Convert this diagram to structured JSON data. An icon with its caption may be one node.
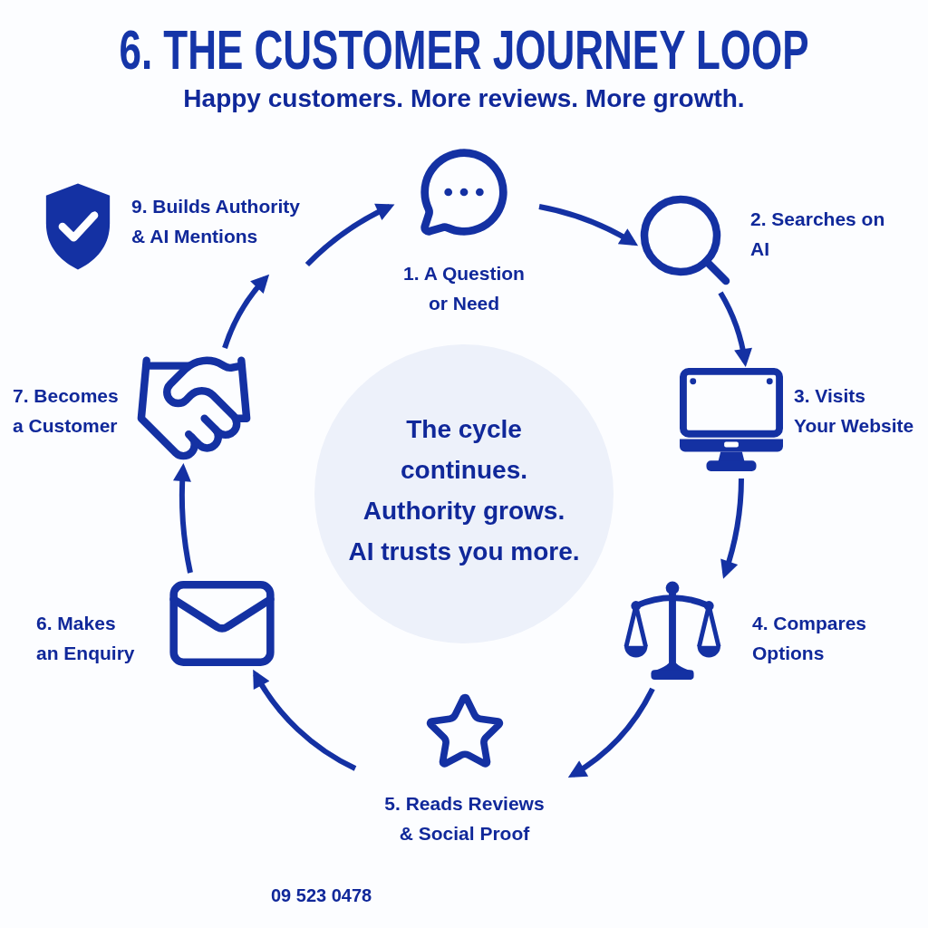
{
  "diagram": {
    "title": "6. THE CUSTOMER JOURNEY LOOP",
    "nodes": [
      {
        "text": [
          "1. A Question or Need"
        ]
      },
      {
        "text": [
          "2. Searches on AI"
        ]
      },
      {
        "text": [
          "3. Visits Your Website"
        ]
      },
      {
        "text": [
          "4. Compares Options"
        ]
      },
      {
        "text": [
          "5. Reads Reviews & Social Proof"
        ]
      },
      {
        "text": [
          "6. Makes an Enquiry"
        ]
      },
      {
        "text": [
          "7. Becomes a Customer"
        ]
      },
      {
        "text": [
          "9. Builds Authority & AI Mentions"
        ]
      },
      {
        "text": [
          "The cycle continues. Authority grows. AI trusts you more."
        ]
      }
    ],
    "edges": [
      {
        "from": 0,
        "to": 1,
        "arrow": "to"
      },
      {
        "from": 1,
        "to": 2,
        "arrow": "to"
      },
      {
        "from": 2,
        "to": 3,
        "arrow": "to"
      },
      {
        "from": 3,
        "to": 4,
        "arrow": "to"
      },
      {
        "from": 4,
        "to": 5,
        "arrow": "to"
      },
      {
        "from": 5,
        "to": 6,
        "arrow": "to"
      },
      {
        "from": 6,
        "to": 7,
        "arrow": "to"
      },
      {
        "from": 7,
        "to": 0,
        "arrow": "to"
      }
    ],
    "labels": [
      "Happy customers. More reviews. More growth.",
      "09 523 0478"
    ]
  }
}
